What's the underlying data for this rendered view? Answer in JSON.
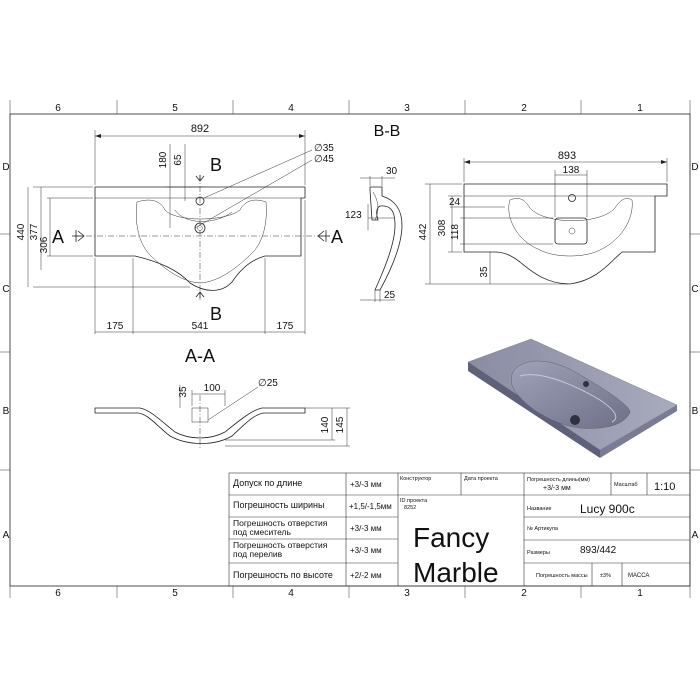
{
  "grid": {
    "columns": [
      "6",
      "5",
      "4",
      "3",
      "2",
      "1"
    ],
    "rows": [
      "D",
      "C",
      "B",
      "A"
    ]
  },
  "views": {
    "top": {
      "section_a_label": "A",
      "section_b_label": "B",
      "width": "892",
      "d180": "180",
      "d65": "65",
      "hole1": "∅35",
      "hole2": "∅45",
      "h440": "440",
      "h377": "377",
      "h306": "306",
      "b175l": "175",
      "b541": "541",
      "b175r": "175"
    },
    "section_bb": {
      "title": "B-B",
      "d30": "30",
      "d123": "123",
      "d25": "25"
    },
    "right_top": {
      "w893": "893",
      "d138": "138",
      "d24": "24",
      "d442": "442",
      "d308": "308",
      "d118": "118",
      "d35": "35"
    },
    "section_aa": {
      "title": "A-A",
      "d35": "35",
      "d100": "100",
      "d25": "∅25",
      "d140": "140",
      "d145": "145"
    }
  },
  "title_block": {
    "rows": [
      {
        "label": "Допуск по длине",
        "value": "+3/-3 мм"
      },
      {
        "label": "Погрешность ширины",
        "value": "+1,5/-1,5мм"
      },
      {
        "label": "Погрешность отверстия\nпод смеситель",
        "value": "+3/-3 мм"
      },
      {
        "label": "Погрешность отверстия\nпод перелив",
        "value": "+3/-3 мм"
      },
      {
        "label": "Погрешность по высоте",
        "value": "+2/-2 мм"
      }
    ],
    "designer_label": "Конструктор",
    "date_label": "Дата проекта",
    "project_id_label": "ID проекта",
    "project_id": "8252",
    "length_tol_label": "Погрешность длины(мм)",
    "length_tol_value": "+3/-3 мм",
    "scale_label": "Масштаб",
    "scale_value": "1:10",
    "name_label": "Название",
    "name_value": "Lucy 900c",
    "article_label": "№ Артикула",
    "size_label": "Размеры",
    "size_value": "893/442",
    "mass_tol_label": "Погрешность массы",
    "mass_tol_value": "±3%",
    "mass_label": "МАССА",
    "brand_line1": "Fancy",
    "brand_line2": "Marble"
  },
  "colors": {
    "sink_body": "#8e90a6",
    "sink_light": "#b9bccd",
    "sink_dark": "#6f7088"
  }
}
